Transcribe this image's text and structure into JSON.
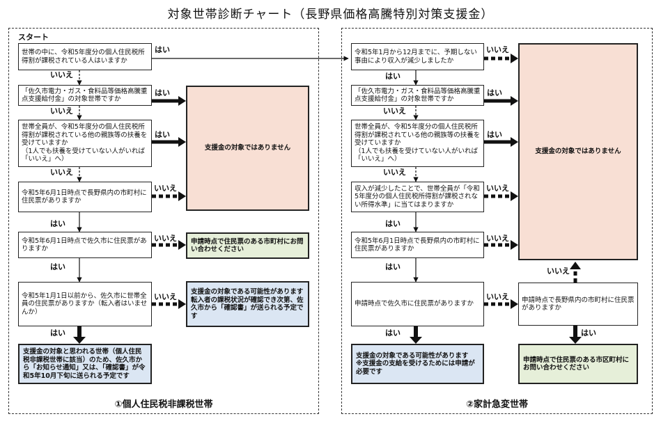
{
  "title": "対象世帯診断チャート（長野県価格高騰特別対策支援金）",
  "labels": {
    "yes": "はい",
    "no": "いいえ"
  },
  "left": {
    "start": "スタート",
    "caption": "①個人住民税非課税世帯",
    "q1": "世帯の中に、令和5年度分の個人住民税所得割が課税されている人はいますか",
    "q2": "「佐久市電力・ガス・食料品等価格高騰重点支援給付金」の対象世帯ですか",
    "q3": "世帯全員が、令和5年度分の個人住民税所得割が課税されている他の親族等の扶養を受けていますか\n（1人でも扶養を受けていない人がいれば「いいえ」へ）",
    "q4": "令和5年6月1日時点で長野県内の市町村に住民票がありますか",
    "q5": "令和5年6月1日時点で佐久市に住民票がありますか",
    "q6": "令和5年1月1日以前から、佐久市に世帯全員の住民票がありますか（転入者はいませんか）",
    "r_not": "支援金の対象ではありません",
    "r_contact": "申請時点で住民票のある市町村にお問い合わせください",
    "r_possible": "支援金の対象である可能性があります\n転入者の課税状況が確認でき次第、佐久市から「確認書」が送られる予定です",
    "r_target": "支援金の対象と思われる世帯（個人住民税非課税世帯に該当）のため、佐久市から「お知らせ通知」又は、「確認書」が令和5年10月下旬に送られる予定です"
  },
  "right": {
    "caption": "②家計急変世帯",
    "q1": "令和5年1月から12月までに、予期しない事由により収入が減少しましたか",
    "q2": "「佐久市電力・ガス・食料品等価格高騰重点支援給付金」の対象世帯ですか",
    "q3": "世帯全員が、令和5年度分の個人住民税所得割が課税されている他の親族等の扶養を受けていますか\n（1人でも扶養を受けていない人がいれば「いいえ」へ）",
    "q4": "収入が減少したことで、世帯全員が「令和5年度分の個人住民税所得割が課税されない所得水準」に当てはまりますか",
    "q5": "令和5年6月1日時点で長野県内の市町村に住民票がありますか",
    "q6": "申請時点で佐久市に住民票がありますか",
    "q7": "申請時点で長野県内の市町村に住民票がありますか",
    "r_not": "支援金の対象ではありません",
    "r_possible": "支援金の対象である可能性があります\n※支援金の支給を受けるためには申請が必要です",
    "r_contact": "申請時点で住民票のある市区町村にお問い合わせください"
  }
}
